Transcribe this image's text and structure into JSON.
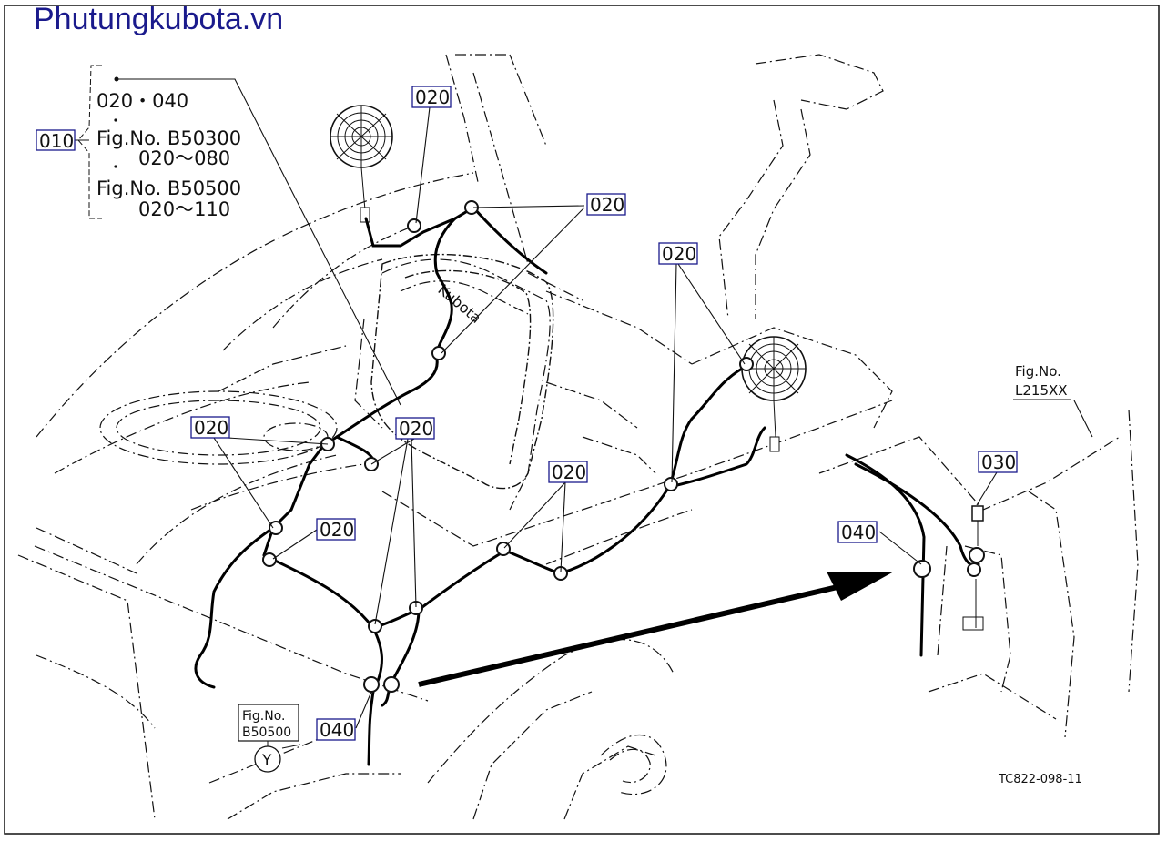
{
  "site": {
    "title": "Phutungkubota.vn"
  },
  "legend": {
    "ref": "010",
    "line1": "020・040",
    "line2": "Fig.No. B50300",
    "line3": "020～080",
    "line4": "Fig.No. B50500",
    "line5": "020～110"
  },
  "callouts": {
    "c020_a": "020",
    "c020_b": "020",
    "c020_c": "020",
    "c020_d": "020",
    "c020_e": "020",
    "c020_f": "020",
    "c020_g": "020",
    "c030": "030",
    "c040_a": "040",
    "c040_b": "040"
  },
  "refs": {
    "fig_l215_line1": "Fig.No.",
    "fig_l215_line2": "L215XX",
    "fig_b50500_line1": "Fig.No.",
    "fig_b50500_line2": "B50500",
    "y_marker": "Y"
  },
  "drawing_number": "TC822-098-11"
}
